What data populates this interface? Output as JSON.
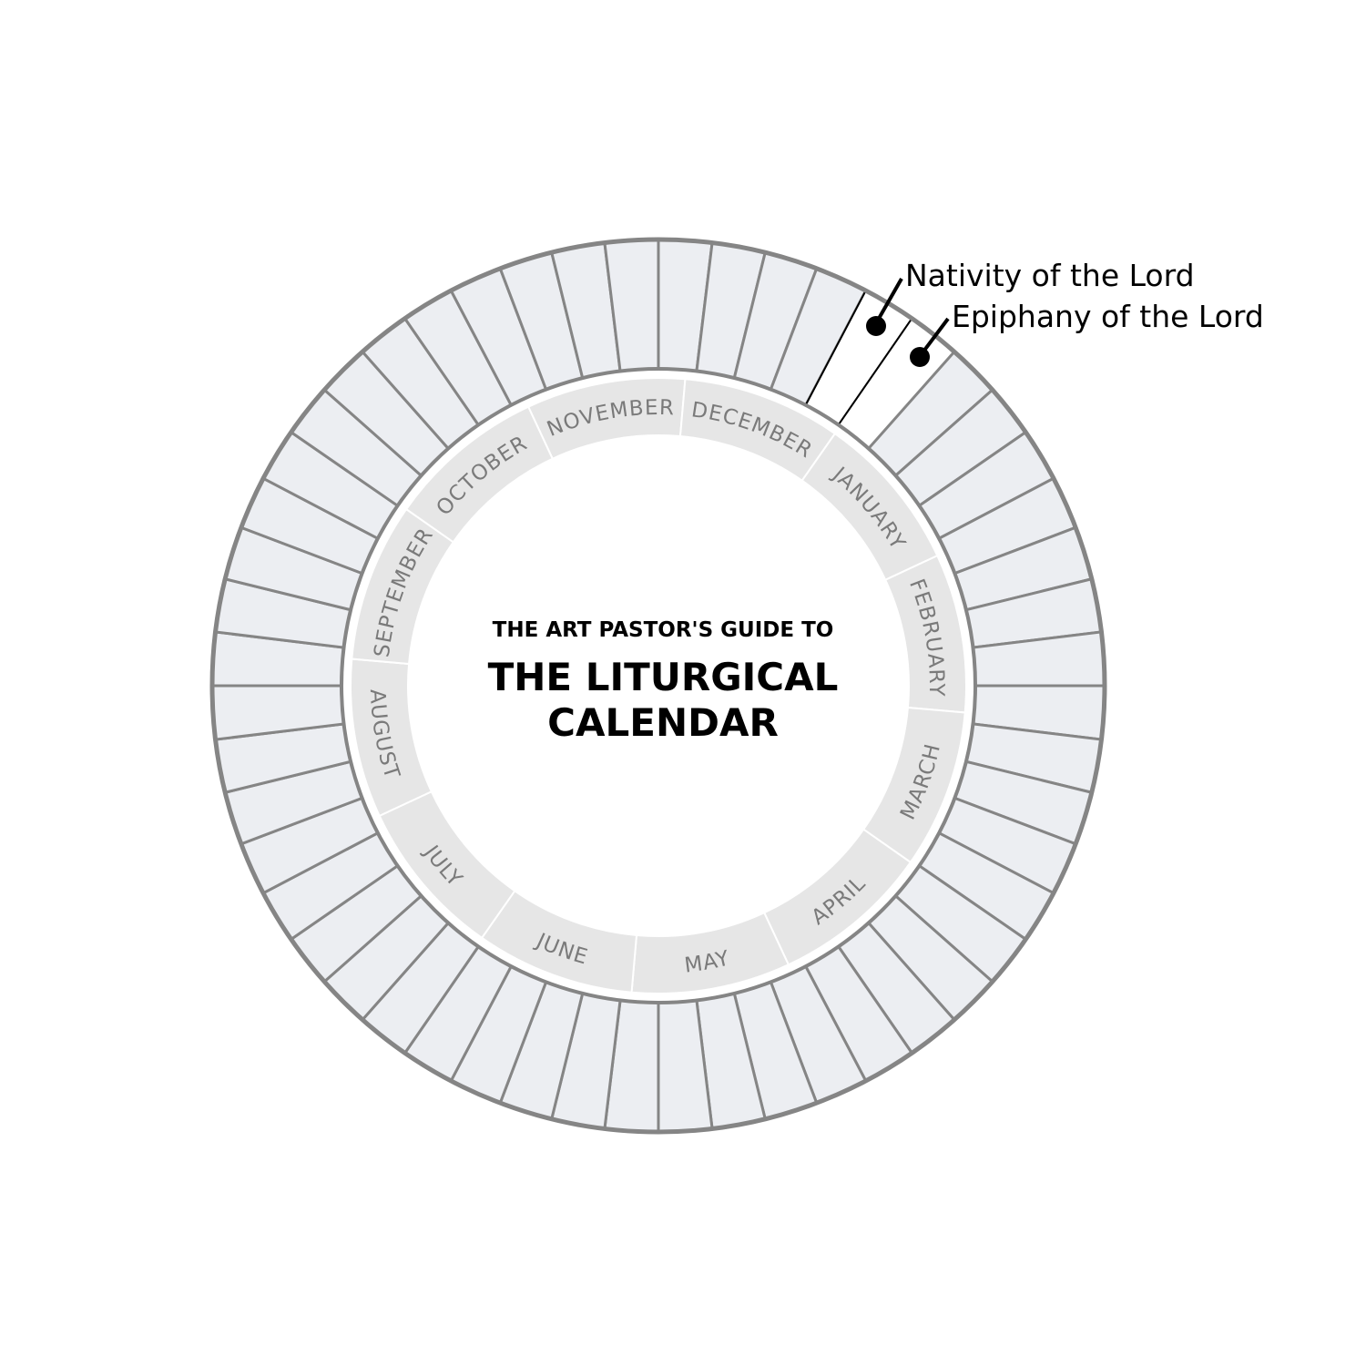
{
  "title": {
    "line1": "THE ART PASTOR'S GUIDE TO",
    "line2": "THE LITURGICAL",
    "line3": "CALENDAR"
  },
  "months": [
    "NOVEMBER",
    "DECEMBER",
    "JANUARY",
    "FEBRUARY",
    "MARCH",
    "APRIL",
    "MAY",
    "JUNE",
    "JULY",
    "AUGUST",
    "SEPTEMBER",
    "OCTOBER"
  ],
  "week_count": 52,
  "highlighted_weeks": [
    {
      "week_index": 4,
      "label": "Nativity of the Lord"
    },
    {
      "week_index": 5,
      "label": "Epiphany of the Lord"
    }
  ],
  "colors": {
    "ring_fill": "#eceef2",
    "ring_stroke": "#858585",
    "month_fill": "#e6e6e6",
    "month_text": "#7a7a7a",
    "highlight_fill": "#ffffff"
  }
}
